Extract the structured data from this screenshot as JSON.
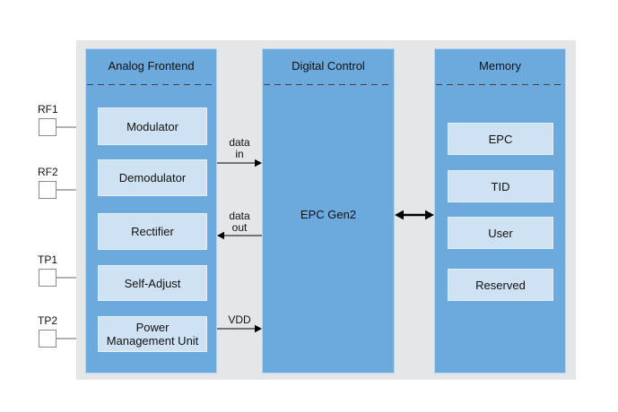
{
  "colors": {
    "column_blue": "#6CA9DC",
    "block_light_blue": "#CFE2F3",
    "background_gray": "#E5E6E8",
    "line_black": "#000000",
    "port_border_gray": "#8A8A8A"
  },
  "columns": {
    "analog": {
      "title": "Analog Frontend",
      "blocks": [
        "Modulator",
        "Demodulator",
        "Rectifier",
        "Self-Adjust",
        "Power Management Unit"
      ]
    },
    "digital": {
      "title": "Digital Control",
      "label": "EPC Gen2"
    },
    "memory": {
      "title": "Memory",
      "blocks": [
        "EPC",
        "TID",
        "User",
        "Reserved"
      ]
    }
  },
  "ports": [
    {
      "label": "RF1"
    },
    {
      "label": "RF2"
    },
    {
      "label": "TP1"
    },
    {
      "label": "TP2"
    }
  ],
  "arrows": {
    "data_in": {
      "lines": [
        "data",
        "in"
      ]
    },
    "data_out": {
      "lines": [
        "data",
        "out"
      ]
    },
    "vdd": {
      "label": "VDD"
    },
    "memory_bus": {
      "type": "bidirectional"
    }
  }
}
